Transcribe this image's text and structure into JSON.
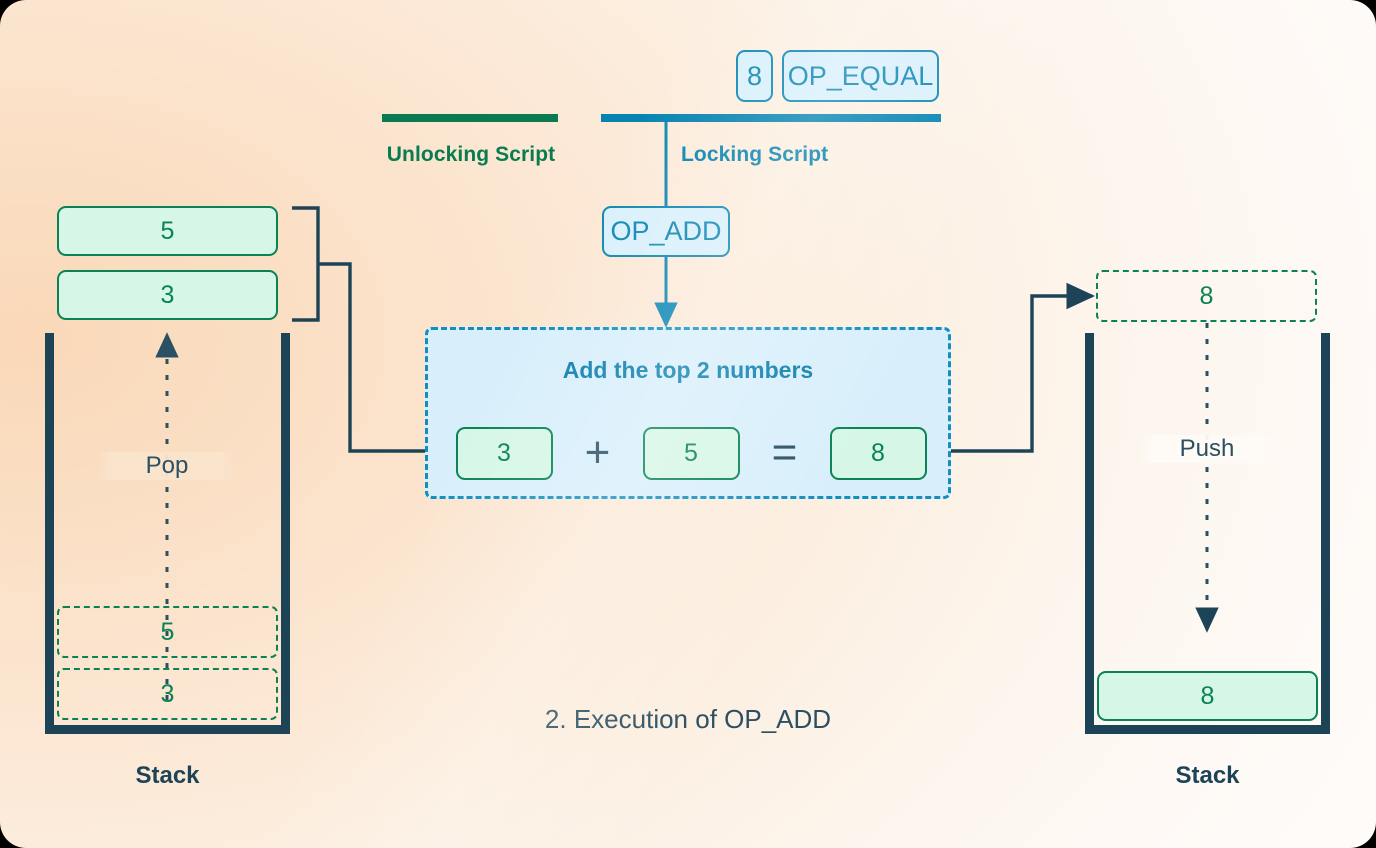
{
  "caption": "2. Execution of OP_ADD",
  "scripts": {
    "unlocking": {
      "label": "Unlocking Script",
      "bar_color": "#0A7B50"
    },
    "locking": {
      "label": "Locking Script",
      "bar_color": "#0683B0"
    }
  },
  "script_tokens": {
    "locking_top": [
      {
        "name": "number",
        "text": "8"
      },
      {
        "name": "opcode",
        "text": "OP_EQUAL"
      }
    ],
    "active_op": {
      "name": "opcode",
      "text": "OP_ADD"
    }
  },
  "op_panel": {
    "title": "Add the top 2 numbers",
    "operand_a": "3",
    "plus": "+",
    "operand_b": "5",
    "equals": "=",
    "result": "8"
  },
  "left_stack": {
    "label": "Stack",
    "action": "Pop",
    "popped_items": [
      {
        "value": "5"
      },
      {
        "value": "3"
      }
    ],
    "ghost_items": [
      {
        "value": "5"
      },
      {
        "value": "3"
      }
    ]
  },
  "right_stack": {
    "label": "Stack",
    "action": "Push",
    "incoming_item": {
      "value": "8"
    },
    "items": [
      {
        "value": "8"
      }
    ]
  },
  "colors": {
    "green": "#0A8254",
    "green_dark": "#0A7B50",
    "blue": "#0E87B4",
    "blue_dark": "#0683B0",
    "navy": "#1D4456",
    "navy_text": "#2B4F63",
    "green_fill": "#D6F7E7",
    "blue_fill": "#D9F0FB",
    "panel_fill": "#D8EFFB"
  }
}
